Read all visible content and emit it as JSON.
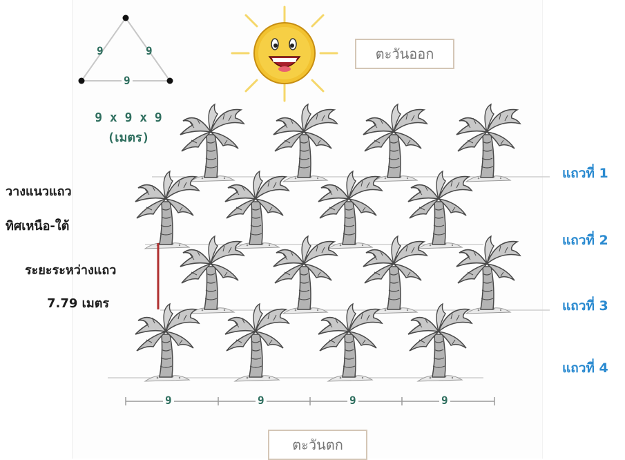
{
  "triangle": {
    "side_left": "9",
    "side_right": "9",
    "side_bottom": "9",
    "formula": "9 x 9 x 9",
    "unit": "(เมตร)"
  },
  "directions": {
    "east": "ตะวันออก",
    "west": "ตะวันตก"
  },
  "notes": {
    "orientation_line1": "วางแนวแถว",
    "orientation_line2": "ทิศเหนือ-ใต้",
    "spacing_line1": "ระยะระหว่างแถว",
    "spacing_line2": "7.79 เมตร"
  },
  "rows": [
    {
      "label": "แถวที่ 1",
      "trees": 4
    },
    {
      "label": "แถวที่ 2",
      "trees": 4
    },
    {
      "label": "แถวที่ 3",
      "trees": 4
    },
    {
      "label": "แถวที่ 4",
      "trees": 4
    }
  ],
  "bottom_spacing": [
    "9",
    "9",
    "9",
    "9"
  ],
  "colors": {
    "row_label": "#2a8ad0",
    "measure_text": "#2e6e5e",
    "spacing_marker": "#b03030",
    "sun_face": "#f2c230",
    "sun_rays": "#f5d76a"
  }
}
